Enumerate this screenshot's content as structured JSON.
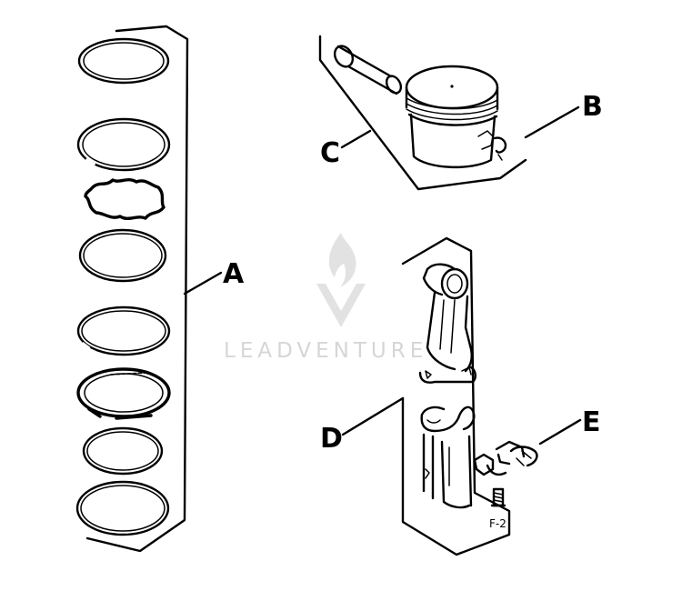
{
  "labels": {
    "a": "A",
    "b": "B",
    "c": "C",
    "d": "D",
    "e": "E"
  },
  "part_number_mark": "F-2",
  "watermark": {
    "text": "LEADVENTURE",
    "color": "#d6d6d6"
  }
}
